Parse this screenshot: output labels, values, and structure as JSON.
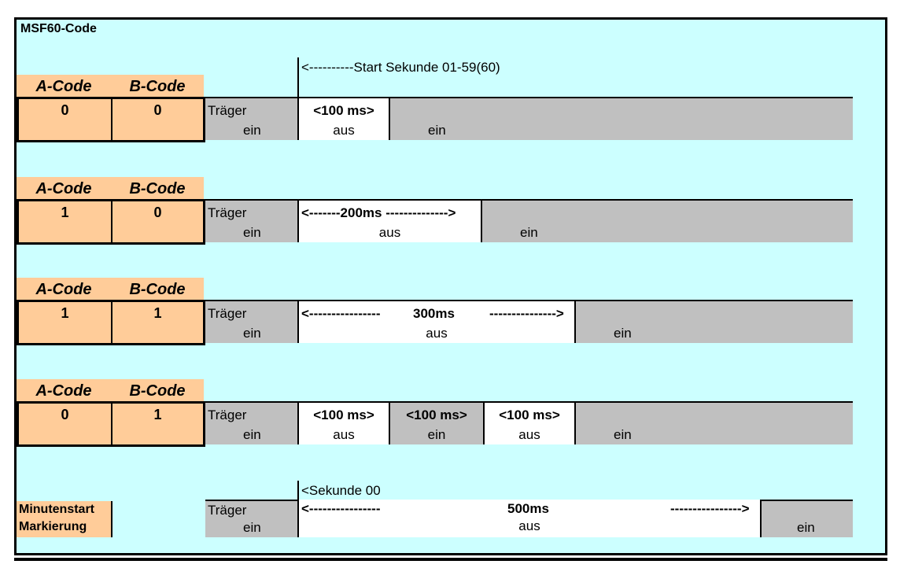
{
  "title": "MSF60-Code",
  "start_note": "<----------Start Sekunde 01-59(60)",
  "header_a": "A-Code",
  "header_b": "B-Code",
  "traeger": "Träger",
  "ein": "ein",
  "aus": "aus",
  "rows": [
    {
      "a": "0",
      "b": "0",
      "seg_label": "<100 ms>"
    },
    {
      "a": "1",
      "b": "0",
      "seg_label": "<-------200ms -------------->"
    },
    {
      "a": "1",
      "b": "1",
      "seg_left": "<----------------",
      "seg_mid": "300ms",
      "seg_right": "--------------->"
    },
    {
      "a": "0",
      "b": "1",
      "seg1": "<100 ms>",
      "seg2": "<100 ms>",
      "seg3": "<100 ms>"
    }
  ],
  "minute": {
    "note": "<Sekunde 00",
    "label_line1": "Minutenstart",
    "label_line2": "Markierung",
    "seg_left": "<----------------",
    "seg_mid": "500ms",
    "seg_right": "---------------->"
  },
  "colors": {
    "background": "#ccffff",
    "code_fill": "#ffcc99",
    "carrier_on": "#c0c0c0",
    "carrier_off": "#ffffff"
  }
}
